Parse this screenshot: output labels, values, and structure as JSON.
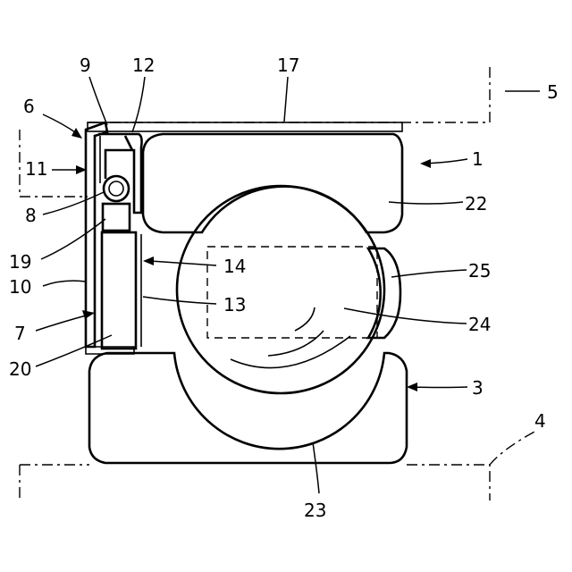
{
  "figure": {
    "labels": [
      {
        "id": "label-1",
        "text": "1"
      },
      {
        "id": "label-3",
        "text": "3"
      },
      {
        "id": "label-4",
        "text": "4"
      },
      {
        "id": "label-5",
        "text": "5"
      },
      {
        "id": "label-6",
        "text": "6"
      },
      {
        "id": "label-7",
        "text": "7"
      },
      {
        "id": "label-8",
        "text": "8"
      },
      {
        "id": "label-9",
        "text": "9"
      },
      {
        "id": "label-10",
        "text": "10"
      },
      {
        "id": "label-11",
        "text": "11"
      },
      {
        "id": "label-12",
        "text": "12"
      },
      {
        "id": "label-13",
        "text": "13"
      },
      {
        "id": "label-14",
        "text": "14"
      },
      {
        "id": "label-17",
        "text": "17"
      },
      {
        "id": "label-19",
        "text": "19"
      },
      {
        "id": "label-20",
        "text": "20"
      },
      {
        "id": "label-22",
        "text": "22"
      },
      {
        "id": "label-23",
        "text": "23"
      },
      {
        "id": "label-24",
        "text": "24"
      },
      {
        "id": "label-25",
        "text": "25"
      }
    ]
  }
}
